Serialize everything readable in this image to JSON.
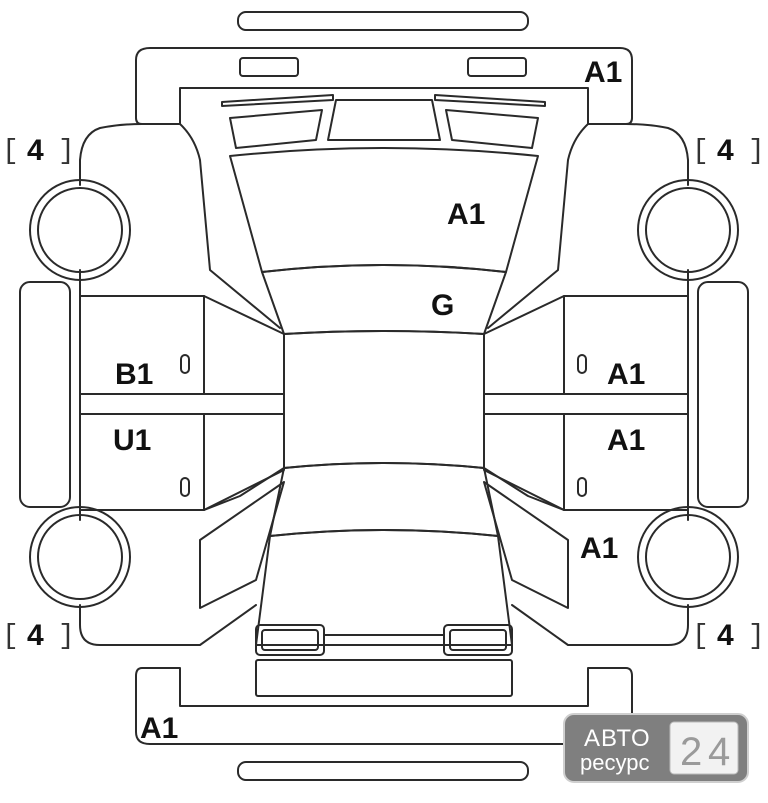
{
  "codes": {
    "front_bumper": "A1",
    "hood": "A1",
    "windshield": "G",
    "left_front_door": "B1",
    "left_rear_door": "U1",
    "right_front_door": "A1",
    "right_rear_door": "A1",
    "right_rear_quarter": "A1",
    "rear_bumper": "A1"
  },
  "tyres": {
    "front_left": "4",
    "front_right": "4",
    "rear_left": "4",
    "rear_right": "4"
  },
  "watermark": {
    "line1": "АВТО",
    "line2": "ресурс",
    "digit1": "2",
    "digit2": "4"
  },
  "colors": {
    "line": "#2a2a2a",
    "watermark_bg": "#7f7f7f"
  }
}
